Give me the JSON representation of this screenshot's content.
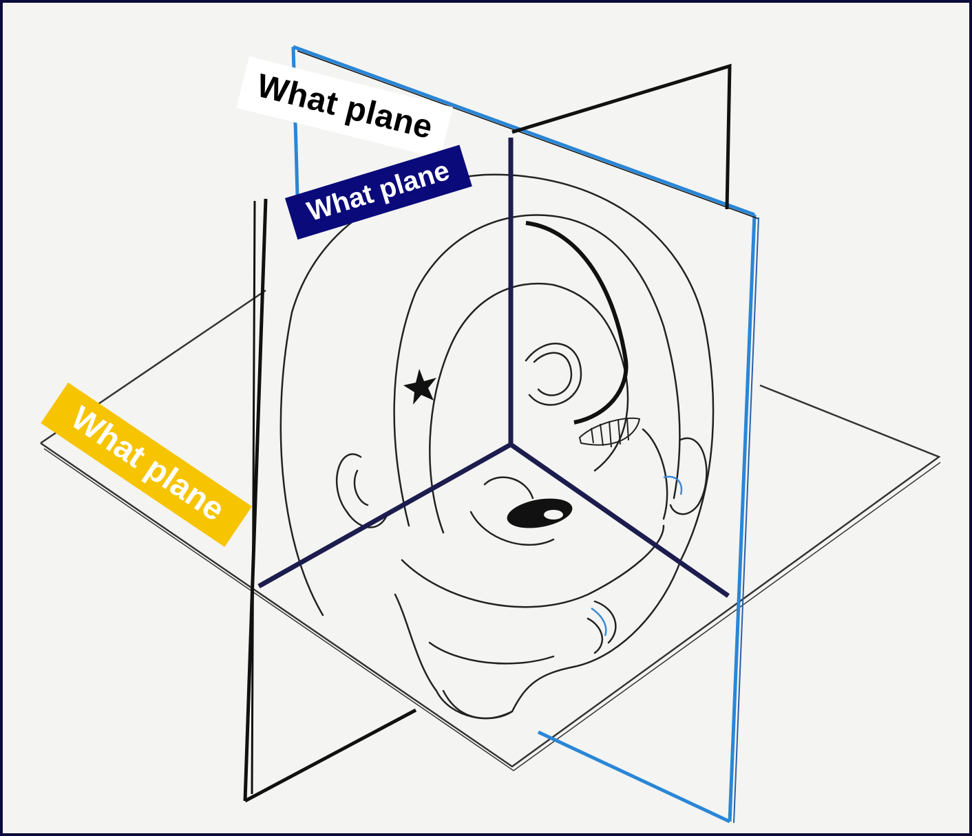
{
  "labels": [
    {
      "text": "What plane",
      "background": "#ffffff",
      "color": "#000000"
    },
    {
      "text": "What plane",
      "background": "#0a0a7a",
      "color": "#ffffff"
    },
    {
      "text": "What plane",
      "background": "#f6c400",
      "color": "#ffffff"
    }
  ],
  "colors": {
    "frame": "#0b0b3b",
    "paper": "#f4f4f2",
    "sagittal_plane": "#2a86d6",
    "coronal_plane": "#111111",
    "axis_lines": "#1c1c4e",
    "sketch": "#222222"
  }
}
